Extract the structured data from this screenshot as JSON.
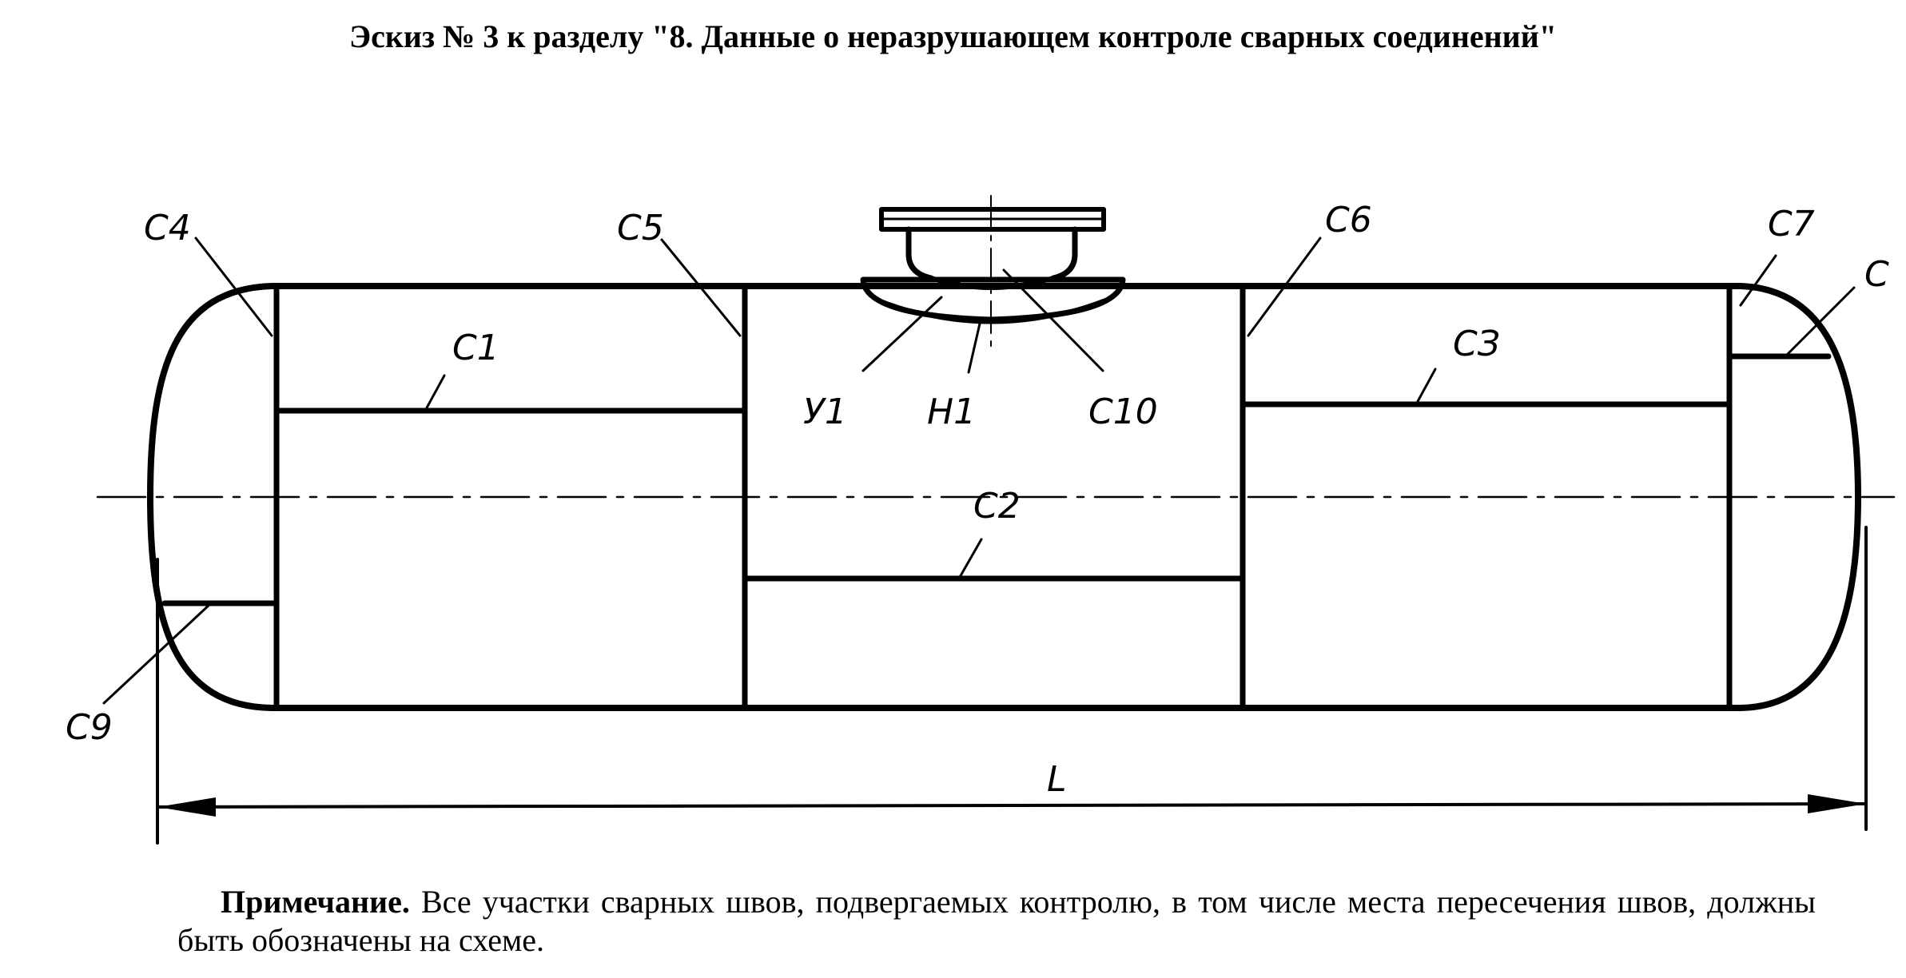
{
  "title": "Эскиз № 3 к разделу \"8. Данные о неразрушающем контроле сварных соединений\"",
  "labels": {
    "c1": "С1",
    "c2": "С2",
    "c3": "СЗ",
    "c4": "С4",
    "c5": "С5",
    "c6": "С6",
    "c7": "С7",
    "c8": "С",
    "c9": "С9",
    "c10": "С10",
    "u1": "У1",
    "n1": "Н1",
    "length": "L"
  },
  "note": {
    "label": "Примечание.",
    "text": " Все участки сварных швов, подвергаемых контролю, в том числе места пересечения швов, должны быть обозначены на схеме."
  }
}
